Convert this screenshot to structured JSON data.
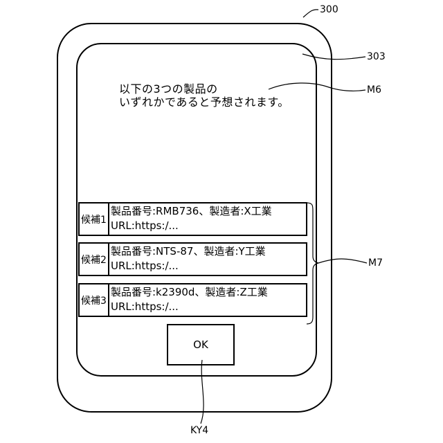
{
  "refs": {
    "device": "300",
    "screen": "303",
    "message": "M6",
    "candidates": "M7",
    "ok_button": "KY4"
  },
  "message": {
    "line1": "以下の3つの製品の",
    "line2": "いずれかであると予想されます。"
  },
  "candidates": [
    {
      "label": "候補1",
      "line1": "製品番号:RMB736、製造者:X工業",
      "line2": "URL:https:/..."
    },
    {
      "label": "候補2",
      "line1": "製品番号:NTS-87、製造者:Y工業",
      "line2": "URL:https:/..."
    },
    {
      "label": "候補3",
      "line1": "製品番号:k2390d、製造者:Z工業",
      "line2": "URL:https:/..."
    }
  ],
  "ok_label": "OK"
}
